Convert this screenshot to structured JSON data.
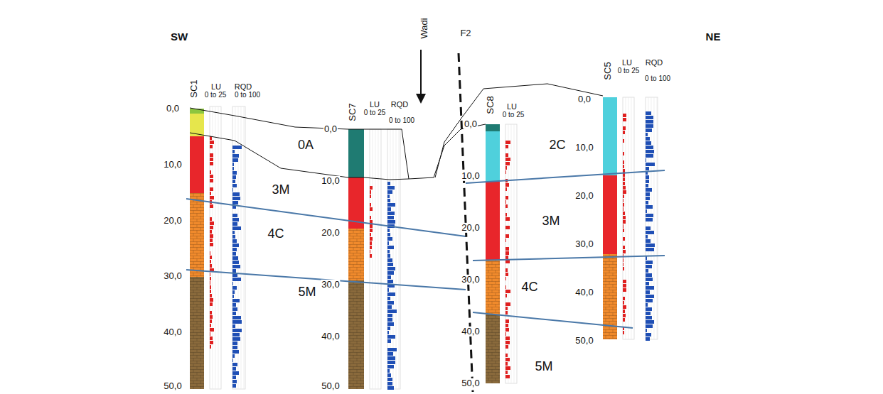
{
  "diagram": {
    "labels": [
      "SW",
      "NE",
      "SC1",
      "LU",
      "0 to 25",
      "RQD",
      "0 to 100",
      "0,0",
      "10,0",
      "20,0",
      "30,0",
      "40,0",
      "50,0",
      "SC7",
      "LU",
      "0 to 25",
      "RQD",
      "0 to 100",
      "0,0",
      "10,0",
      "20,0",
      "30,0",
      "40,0",
      "50,0",
      "Wadi",
      "F2",
      "SC8",
      "LU",
      "0 to 25",
      "0,0",
      "10,0",
      "20,0",
      "30,0",
      "40,0",
      "50,0",
      "SC5",
      "LU",
      "0 to 25",
      "RQD",
      "0 to 100",
      "0,0",
      "10,0",
      "20,0",
      "30,0",
      "40,0",
      "50,0",
      "0A",
      "3M",
      "4C",
      "5M",
      "2C",
      "3M",
      "4C",
      "5M"
    ]
  }
}
